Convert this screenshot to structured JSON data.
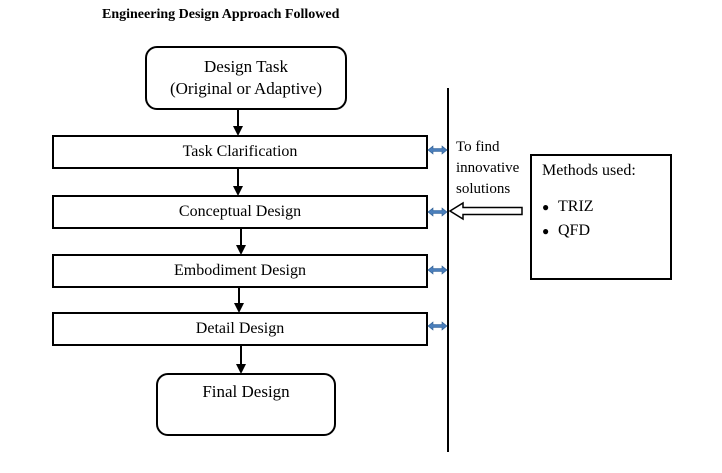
{
  "title": "Engineering Design Approach Followed",
  "start_box": {
    "line1": "Design Task",
    "line2": "(Original or Adaptive)"
  },
  "steps": [
    {
      "label": "Task Clarification"
    },
    {
      "label": "Conceptual Design"
    },
    {
      "label": "Embodiment Design"
    },
    {
      "label": "Detail Design"
    }
  ],
  "final_box": {
    "label": "Final Design"
  },
  "side_note": {
    "line1": "To find",
    "line2": "innovative",
    "line3": "solutions"
  },
  "methods": {
    "title": "Methods used:",
    "items": [
      {
        "bullet": "●",
        "label": "TRIZ"
      },
      {
        "bullet": "●",
        "label": "QFD"
      }
    ]
  },
  "colors": {
    "line": "#000000",
    "double_arrow": "#4a7ebb"
  }
}
